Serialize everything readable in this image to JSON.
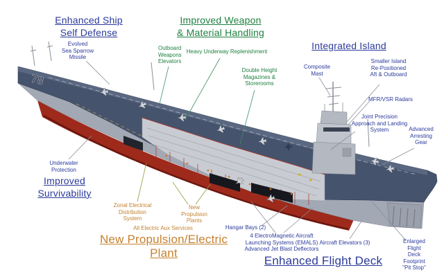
{
  "colors": {
    "blue": "#2b3a9a",
    "green": "#1e8040",
    "orange": "#c5812f",
    "hull_red": "#9e2a1c",
    "deck": "#46536d",
    "hull_gray": "#a2a8b4"
  },
  "ship": {
    "hull_number": "78"
  },
  "headings": {
    "self_defense": [
      "Enhanced Ship",
      "Self Defense"
    ],
    "weapon_handling": [
      "Improved Weapon",
      "& Material Handling"
    ],
    "integrated_island": [
      "Integrated Island"
    ],
    "survivability": [
      "Improved",
      "Survivability"
    ],
    "propulsion_plant": [
      "New Propulsion/Electric",
      "Plant"
    ],
    "flight_deck": [
      "Enhanced Flight Deck"
    ]
  },
  "callouts": {
    "sea_sparrow": [
      "Evolved",
      "Sea Sparrow",
      "Missile"
    ],
    "outboard_weapons": [
      "Outboard",
      "Weapons",
      "Elevators"
    ],
    "heavy_underway": [
      "Heavy Underway Replenishment"
    ],
    "double_height": [
      "Double Height",
      "Magazines &",
      "Storerooms"
    ],
    "composite_mast": [
      "Composite",
      "Mast"
    ],
    "smaller_island": [
      "Smaller Island",
      "Re-Positioned",
      "Aft & Outboard"
    ],
    "mfr_vsr": [
      "MFR/VSR Radars"
    ],
    "joint_precision": [
      "Joint Precision",
      "Approach and Landing",
      "System"
    ],
    "arresting_gear": [
      "Advanced",
      "Arresting",
      "Gear"
    ],
    "underwater": [
      "Underwater",
      "Protection"
    ],
    "zonal": [
      "Zonal Electrical",
      "Distribution",
      "System"
    ],
    "new_prop_plants": [
      "New",
      "Propulsion",
      "Plants"
    ],
    "all_electric": [
      "All Electric Aux Services"
    ],
    "hangar_bays": [
      "Hangar Bays (2)"
    ],
    "emals": [
      "4 ElectroMagnetic Aircraft",
      "Launching Systems (EMALS)",
      "Advanced Jet Blast Deflectors"
    ],
    "aircraft_elevators": [
      "Aircraft Elevators (3)"
    ],
    "enlarged_footprint": [
      "Enlarged",
      "Flight",
      "Deck",
      "Footprint",
      "\"Pit Stop\""
    ]
  }
}
